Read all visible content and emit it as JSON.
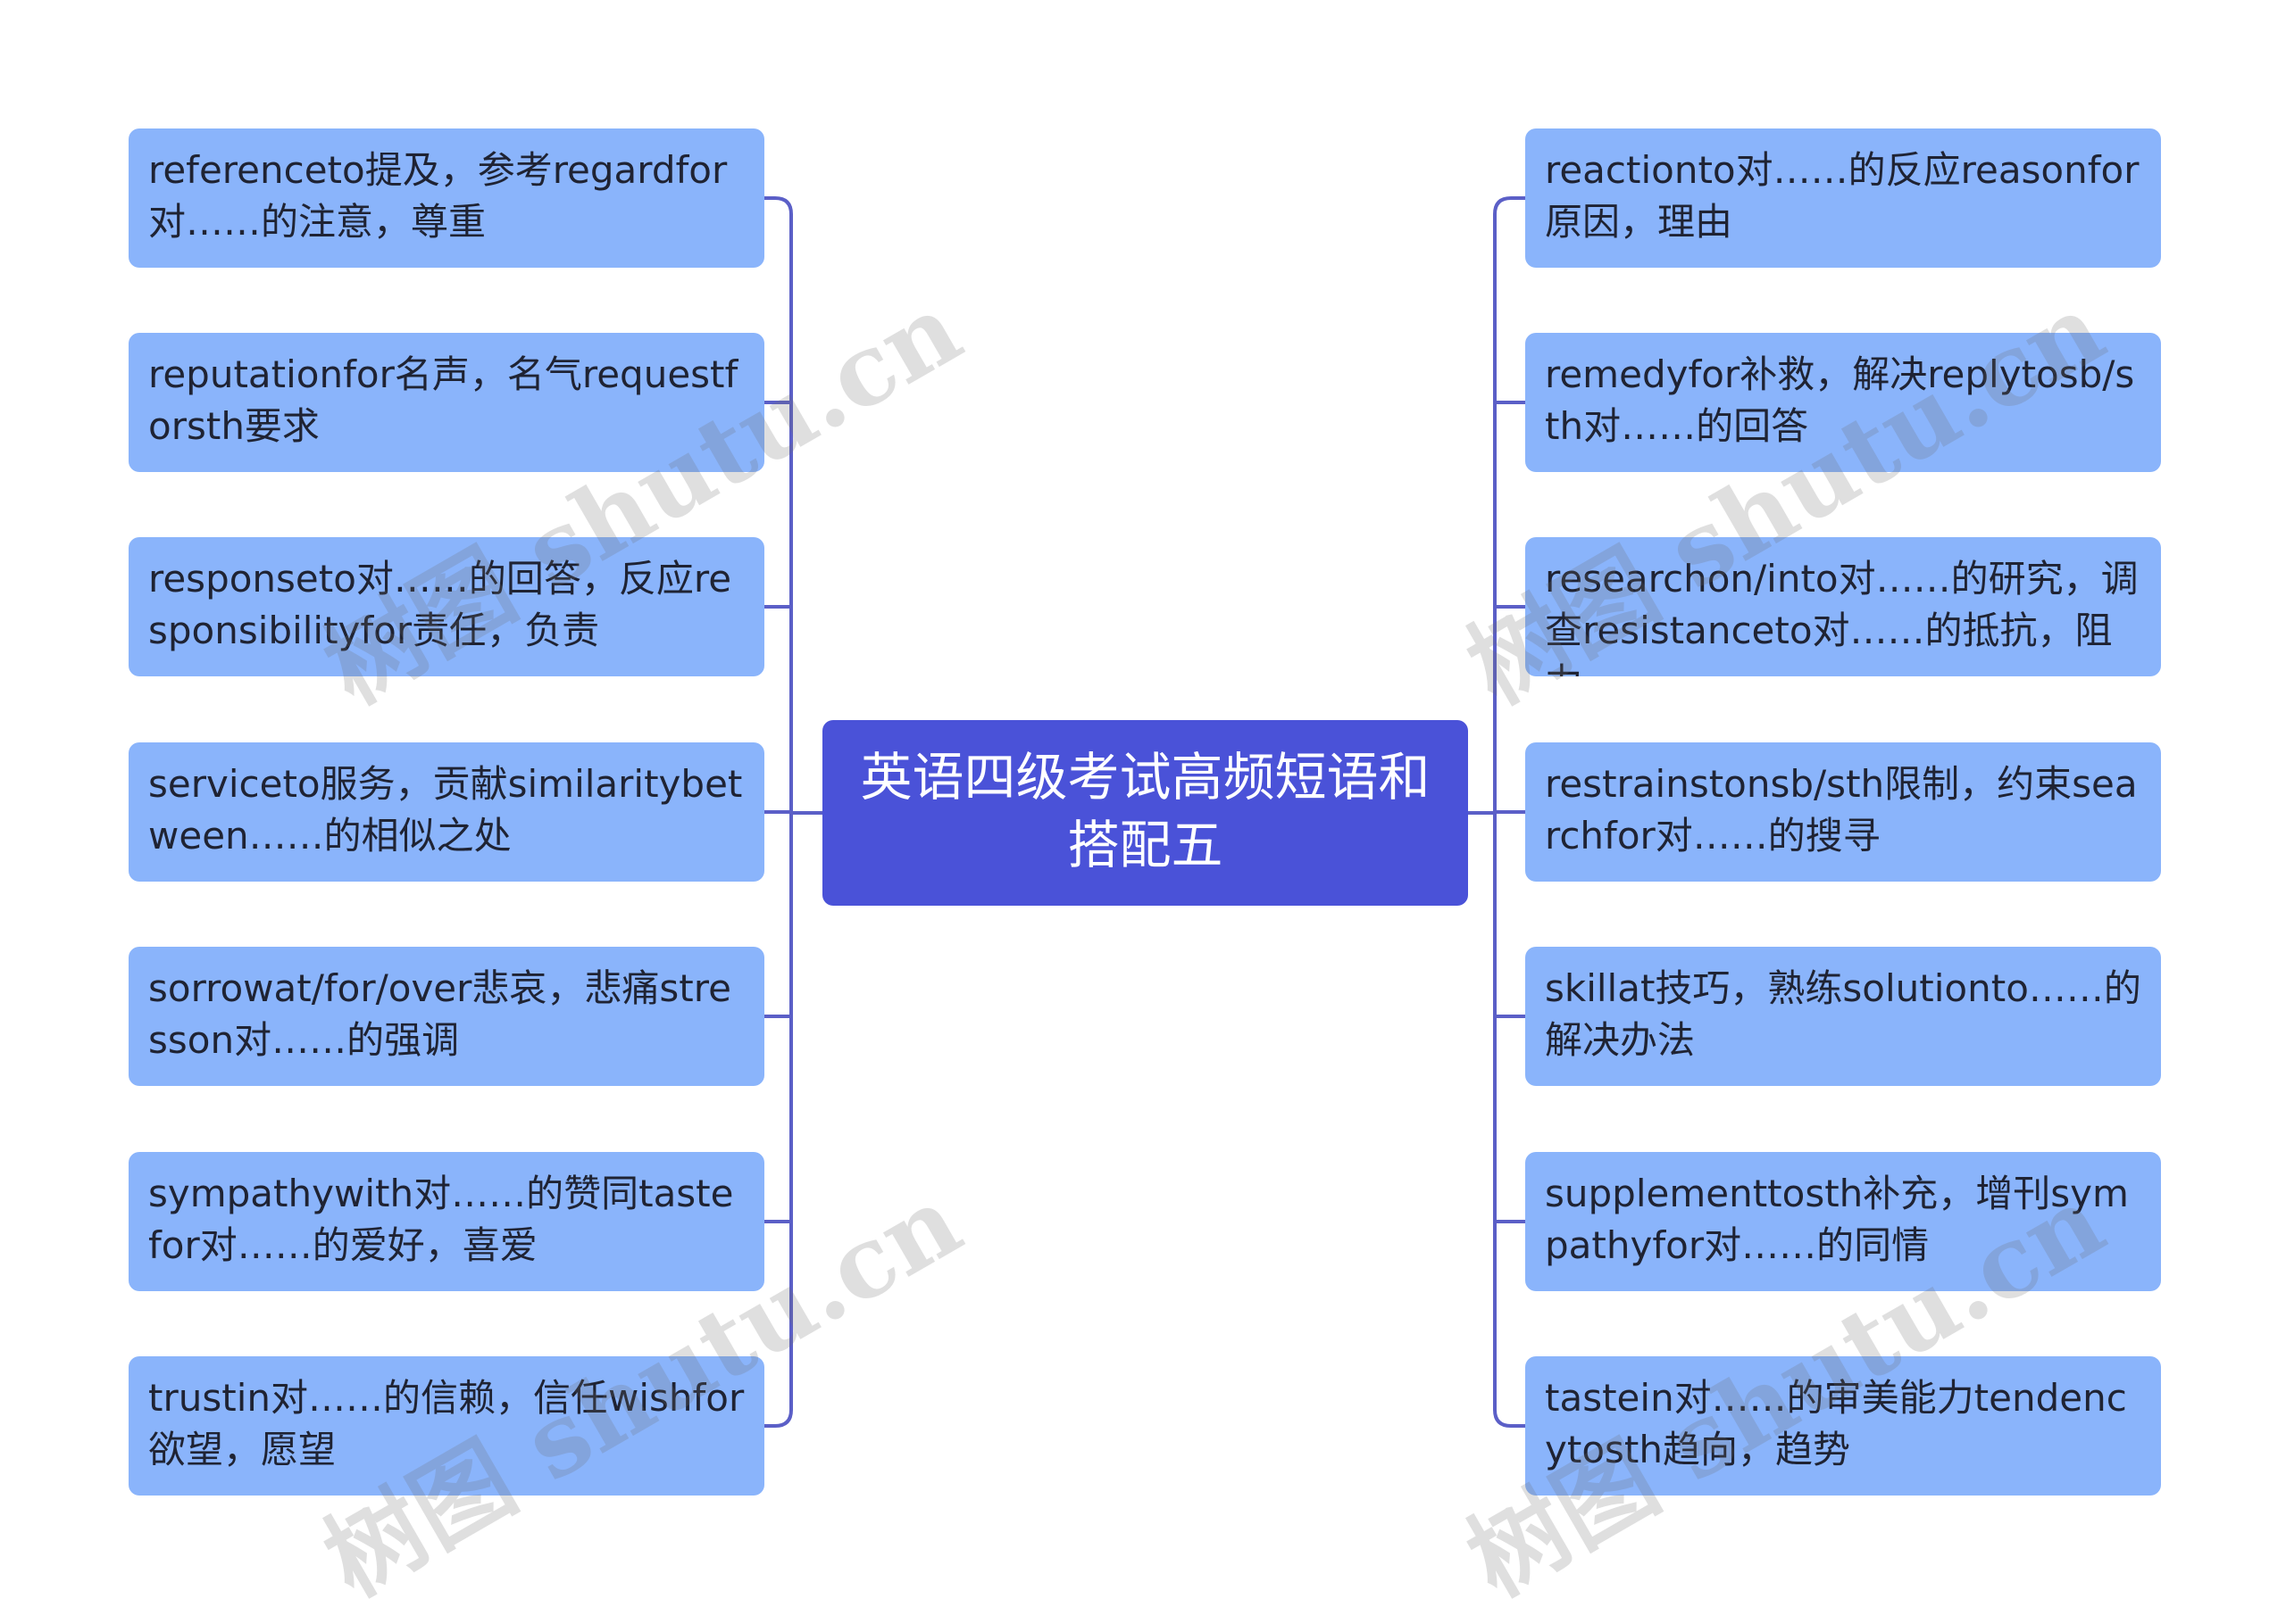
{
  "center": {
    "title": "英语四级考试高频短语和搭配五"
  },
  "left_nodes": [
    "referenceto提及，参考regardfor对……的注意，尊重",
    "reputationfor名声，名气requestforsth要求",
    "responseto对……的回答，反应responsibilityfor责任，负责",
    "serviceto服务，贡献similaritybetween……的相似之处",
    "sorrowat/for/over悲哀，悲痛stresson对……的强调",
    "sympathywith对……的赞同tastefor对……的爱好，喜爱",
    "trustin对……的信赖，信任wishfor欲望，愿望"
  ],
  "right_nodes": [
    "reactionto对……的反应reasonfor原因，理由",
    "remedyfor补救，解决replytosb/sth对……的回答",
    "researchon/into对……的研究，调查resistanceto对……的抵抗，阻力",
    "restrainstonsb/sth限制，约束searchfor对……的搜寻",
    "skillat技巧，熟练solutionto……的解决办法",
    "supplementtosth补充，增刊sympathyfor对……的同情",
    "tastein对……的审美能力tendencytosth趋向，趋势"
  ],
  "watermark": "树图 shutu.cn",
  "colors": {
    "center_fill": "#4a52d8",
    "node_fill": "#8ab4fb",
    "connector": "#5b5fc7",
    "text_dark": "#1f2333",
    "text_light": "#ffffff"
  }
}
